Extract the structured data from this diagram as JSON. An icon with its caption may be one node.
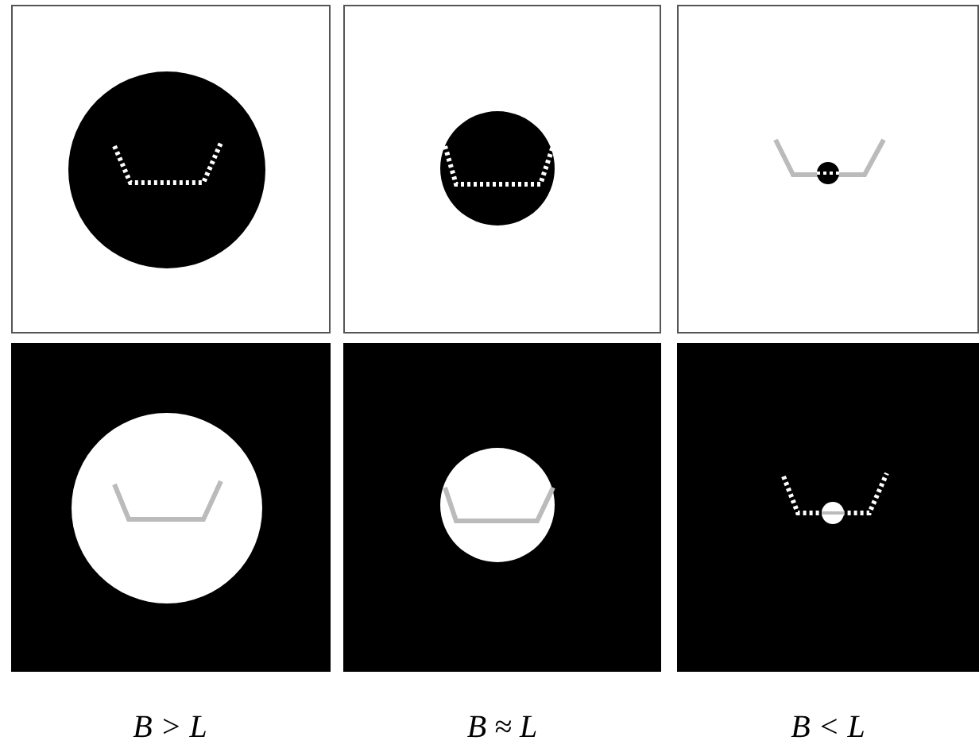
{
  "diagram": {
    "labels": [
      "B > L",
      "B ≈ L",
      "B < L"
    ]
  }
}
